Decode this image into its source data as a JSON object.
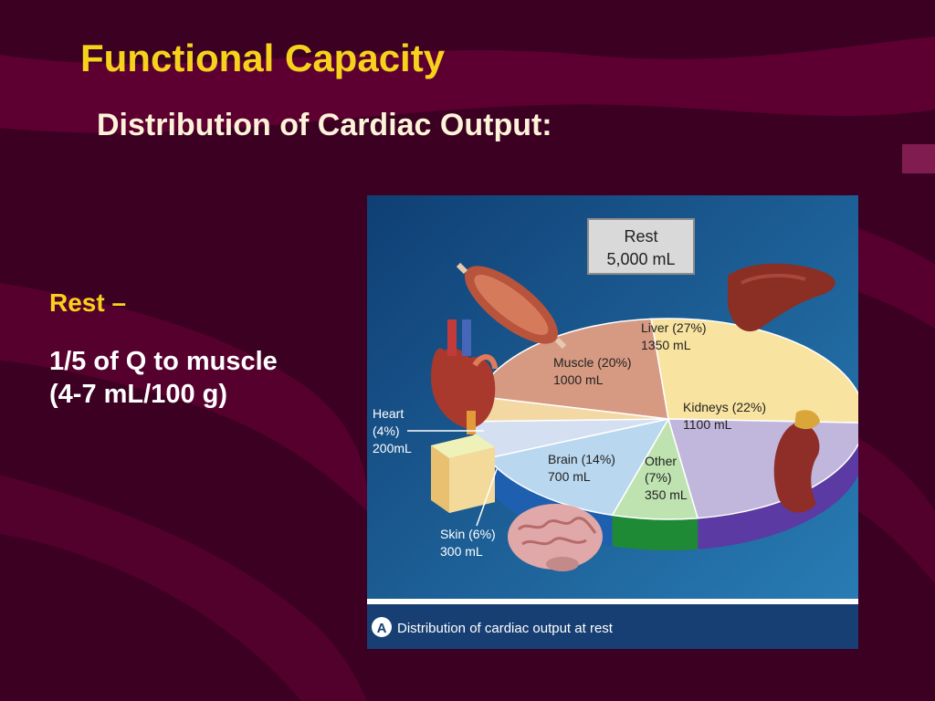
{
  "slide": {
    "title": "Functional Capacity",
    "subtitle": "Distribution of Cardiac Output:",
    "rest_label": "Rest –",
    "body_line1": "1/5 of Q to muscle",
    "body_line2": "(4-7 mL/100 g)"
  },
  "colors": {
    "title": "#f6d21c",
    "background": "#3b0022",
    "panel": "#17568f",
    "muscle": "#d69a82",
    "liver": "#f8e4a0",
    "kidneys": "#c1b6dc",
    "other": "#bfe3b0",
    "brain": "#b9d7ee",
    "skin": "#d4e0f2",
    "heart": "#f3d8a4"
  },
  "chart_data": {
    "type": "pie",
    "title": "Rest",
    "total_label": "5,000 mL",
    "caption_letter": "A",
    "caption": "Distribution of cardiac output at rest",
    "slices": [
      {
        "name": "Muscle",
        "percent_label": "(20%)",
        "volume_label": "1000 mL",
        "value": 1000
      },
      {
        "name": "Liver",
        "percent_label": "(27%)",
        "volume_label": "1350 mL",
        "value": 1350
      },
      {
        "name": "Kidneys",
        "percent_label": "(22%)",
        "volume_label": "1100 mL",
        "value": 1100
      },
      {
        "name": "Other",
        "percent_label": "(7%)",
        "volume_label": "350 mL",
        "value": 350
      },
      {
        "name": "Brain",
        "percent_label": "(14%)",
        "volume_label": "700 mL",
        "value": 700
      },
      {
        "name": "Skin",
        "percent_label": "(6%)",
        "volume_label": "300 mL",
        "value": 300
      },
      {
        "name": "Heart",
        "percent_label": "(4%)",
        "volume_label": "200mL",
        "value": 200
      }
    ]
  }
}
